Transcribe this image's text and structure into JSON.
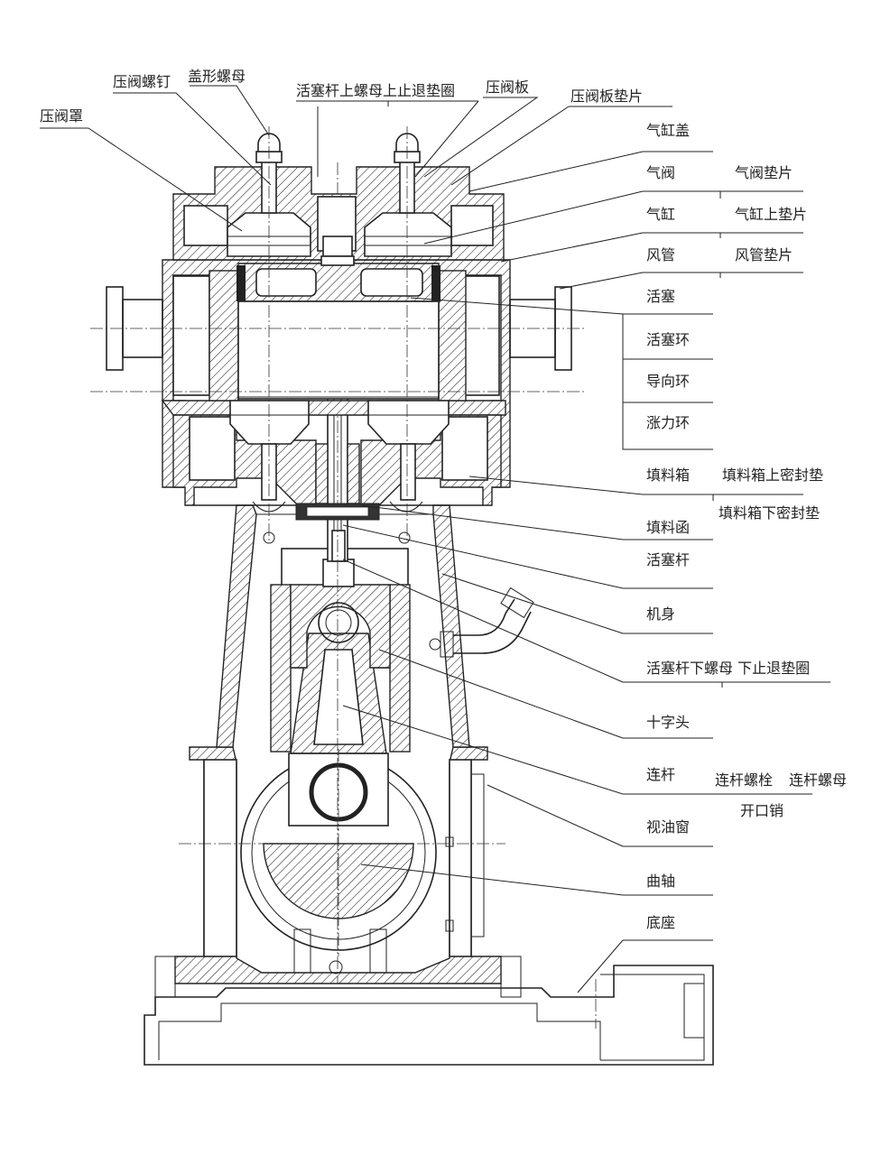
{
  "labels": {
    "yafazhao": "压阀罩",
    "yafaluoding": "压阀螺钉",
    "gaixingluomu": "盖形螺母",
    "huosaigan_shangluomu": "活塞杆上螺母上止退垫圈",
    "yafaban": "压阀板",
    "yafaban_dianpian": "压阀板垫片",
    "qigang_gai": "气缸盖",
    "qifa": "气阀",
    "qifa_dianpian": "气阀垫片",
    "qigang": "气缸",
    "qigang_shang_dianpian": "气缸上垫片",
    "fengguan": "风管",
    "fengguan_dianpian": "风管垫片",
    "huosai": "活塞",
    "huosaihuan": "活塞环",
    "daoxianghuan": "导向环",
    "zhanglihuan": "涨力环",
    "tianliaoxiang": "填料箱",
    "tianliaoxiang_shang_mifengdian": "填料箱上密封垫",
    "tianliaoxiang_xia_mifengdian": "填料箱下密封垫",
    "tianliaohan": "填料函",
    "huosaigan": "活塞杆",
    "jishen": "机身",
    "huosaigan_xialuomu": "活塞杆下螺母 下止退垫圈",
    "shizitou": "十字头",
    "liangan": "连杆",
    "liangan_luoshuan": "连杆螺栓",
    "liangan_luomu": "连杆螺母",
    "kaikouxiao": "开口销",
    "shiyouchuang": "视油窗",
    "quzhou": "曲轴",
    "dizuo": "底座"
  },
  "colors": {
    "line": "#222222",
    "background": "#ffffff"
  }
}
